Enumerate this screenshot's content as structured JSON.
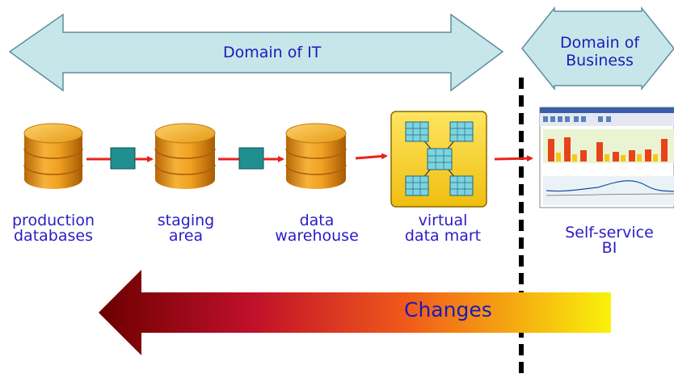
{
  "bands": {
    "it": "Domain of IT",
    "business_line1": "Domain of",
    "business_line2": "Business"
  },
  "stages": [
    {
      "line1": "production",
      "line2": "databases"
    },
    {
      "line1": "staging",
      "line2": "area"
    },
    {
      "line1": "data",
      "line2": "warehouse"
    },
    {
      "line1": "virtual",
      "line2": "data mart"
    },
    {
      "line1": "Self-service",
      "line2": "BI"
    }
  ],
  "changes_label": "Changes",
  "colors": {
    "band_fill": "#c6e6ea",
    "band_stroke": "#5c8f9e",
    "label_text": "#2c1cc4",
    "flow_arrow": "#e8231c",
    "connector_box": "#1f8f8f",
    "cylinder": "#e59a16",
    "mart_bg": "#f5c816",
    "changes_start": "#f9f20a",
    "changes_end": "#6b0000"
  }
}
